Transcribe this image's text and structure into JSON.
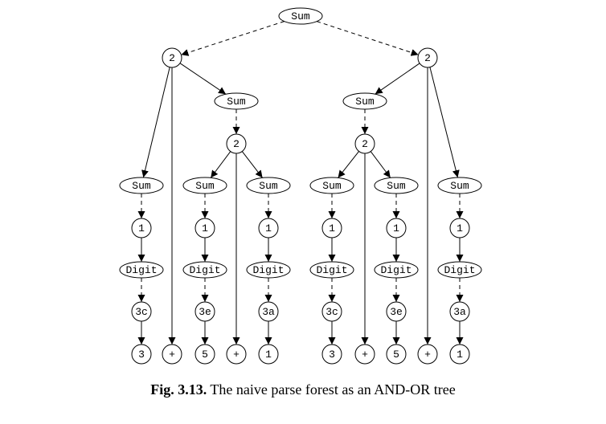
{
  "nodes": [
    {
      "id": "sum_root",
      "label": "Sum",
      "shape": "ellipse"
    },
    {
      "id": "and_left",
      "label": "2",
      "shape": "circle"
    },
    {
      "id": "and_right",
      "label": "2",
      "shape": "circle"
    },
    {
      "id": "sum_l1",
      "label": "Sum",
      "shape": "ellipse"
    },
    {
      "id": "plus_l",
      "label": "+",
      "shape": "circle"
    },
    {
      "id": "sum_l2",
      "label": "Sum",
      "shape": "ellipse"
    },
    {
      "id": "and_l2",
      "label": "2",
      "shape": "circle"
    },
    {
      "id": "sum_l2a",
      "label": "Sum",
      "shape": "ellipse"
    },
    {
      "id": "plus_l2",
      "label": "+",
      "shape": "circle"
    },
    {
      "id": "sum_l2b",
      "label": "Sum",
      "shape": "ellipse"
    },
    {
      "id": "sum_r1",
      "label": "Sum",
      "shape": "ellipse"
    },
    {
      "id": "and_r1",
      "label": "2",
      "shape": "circle"
    },
    {
      "id": "sum_r1a",
      "label": "Sum",
      "shape": "ellipse"
    },
    {
      "id": "plus_r1",
      "label": "+",
      "shape": "circle"
    },
    {
      "id": "sum_r1b",
      "label": "Sum",
      "shape": "ellipse"
    },
    {
      "id": "plus_r",
      "label": "+",
      "shape": "circle"
    },
    {
      "id": "sum_r2",
      "label": "Sum",
      "shape": "ellipse"
    },
    {
      "id": "c1_one",
      "label": "1",
      "shape": "circle"
    },
    {
      "id": "c2_one",
      "label": "1",
      "shape": "circle"
    },
    {
      "id": "c3_one",
      "label": "1",
      "shape": "circle"
    },
    {
      "id": "c4_one",
      "label": "1",
      "shape": "circle"
    },
    {
      "id": "c5_one",
      "label": "1",
      "shape": "circle"
    },
    {
      "id": "c6_one",
      "label": "1",
      "shape": "circle"
    },
    {
      "id": "c1_digit",
      "label": "Digit",
      "shape": "ellipse"
    },
    {
      "id": "c2_digit",
      "label": "Digit",
      "shape": "ellipse"
    },
    {
      "id": "c3_digit",
      "label": "Digit",
      "shape": "ellipse"
    },
    {
      "id": "c4_digit",
      "label": "Digit",
      "shape": "ellipse"
    },
    {
      "id": "c5_digit",
      "label": "Digit",
      "shape": "ellipse"
    },
    {
      "id": "c6_digit",
      "label": "Digit",
      "shape": "ellipse"
    },
    {
      "id": "c1_rule",
      "label": "3c",
      "shape": "circle"
    },
    {
      "id": "c2_rule",
      "label": "3e",
      "shape": "circle"
    },
    {
      "id": "c3_rule",
      "label": "3a",
      "shape": "circle"
    },
    {
      "id": "c4_rule",
      "label": "3c",
      "shape": "circle"
    },
    {
      "id": "c5_rule",
      "label": "3e",
      "shape": "circle"
    },
    {
      "id": "c6_rule",
      "label": "3a",
      "shape": "circle"
    },
    {
      "id": "c1_term",
      "label": "3",
      "shape": "circle"
    },
    {
      "id": "c2_term",
      "label": "5",
      "shape": "circle"
    },
    {
      "id": "c3_term",
      "label": "1",
      "shape": "circle"
    },
    {
      "id": "c4_term",
      "label": "3",
      "shape": "circle"
    },
    {
      "id": "c5_term",
      "label": "5",
      "shape": "circle"
    },
    {
      "id": "c6_term",
      "label": "1",
      "shape": "circle"
    }
  ],
  "edges": [
    {
      "from": "sum_root",
      "to": "and_left",
      "style": "dashed"
    },
    {
      "from": "sum_root",
      "to": "and_right",
      "style": "dashed"
    },
    {
      "from": "and_left",
      "to": "sum_l1",
      "style": "solid"
    },
    {
      "from": "and_left",
      "to": "plus_l",
      "style": "solid"
    },
    {
      "from": "and_left",
      "to": "sum_l2",
      "style": "solid"
    },
    {
      "from": "sum_l2",
      "to": "and_l2",
      "style": "dashed"
    },
    {
      "from": "and_l2",
      "to": "sum_l2a",
      "style": "solid"
    },
    {
      "from": "and_l2",
      "to": "plus_l2",
      "style": "solid"
    },
    {
      "from": "and_l2",
      "to": "sum_l2b",
      "style": "solid"
    },
    {
      "from": "and_right",
      "to": "sum_r1",
      "style": "solid"
    },
    {
      "from": "and_right",
      "to": "plus_r",
      "style": "solid"
    },
    {
      "from": "and_right",
      "to": "sum_r2",
      "style": "solid"
    },
    {
      "from": "sum_r1",
      "to": "and_r1",
      "style": "dashed"
    },
    {
      "from": "and_r1",
      "to": "sum_r1a",
      "style": "solid"
    },
    {
      "from": "and_r1",
      "to": "plus_r1",
      "style": "solid"
    },
    {
      "from": "and_r1",
      "to": "sum_r1b",
      "style": "solid"
    },
    {
      "from": "sum_l1",
      "to": "c1_one",
      "style": "dashed"
    },
    {
      "from": "sum_l2a",
      "to": "c2_one",
      "style": "dashed"
    },
    {
      "from": "sum_l2b",
      "to": "c3_one",
      "style": "dashed"
    },
    {
      "from": "sum_r1a",
      "to": "c4_one",
      "style": "dashed"
    },
    {
      "from": "sum_r1b",
      "to": "c5_one",
      "style": "dashed"
    },
    {
      "from": "sum_r2",
      "to": "c6_one",
      "style": "dashed"
    },
    {
      "from": "c1_one",
      "to": "c1_digit",
      "style": "solid"
    },
    {
      "from": "c2_one",
      "to": "c2_digit",
      "style": "solid"
    },
    {
      "from": "c3_one",
      "to": "c3_digit",
      "style": "solid"
    },
    {
      "from": "c4_one",
      "to": "c4_digit",
      "style": "solid"
    },
    {
      "from": "c5_one",
      "to": "c5_digit",
      "style": "solid"
    },
    {
      "from": "c6_one",
      "to": "c6_digit",
      "style": "solid"
    },
    {
      "from": "c1_digit",
      "to": "c1_rule",
      "style": "dashed"
    },
    {
      "from": "c2_digit",
      "to": "c2_rule",
      "style": "dashed"
    },
    {
      "from": "c3_digit",
      "to": "c3_rule",
      "style": "dashed"
    },
    {
      "from": "c4_digit",
      "to": "c4_rule",
      "style": "dashed"
    },
    {
      "from": "c5_digit",
      "to": "c5_rule",
      "style": "dashed"
    },
    {
      "from": "c6_digit",
      "to": "c6_rule",
      "style": "dashed"
    },
    {
      "from": "c1_rule",
      "to": "c1_term",
      "style": "solid"
    },
    {
      "from": "c2_rule",
      "to": "c2_term",
      "style": "solid"
    },
    {
      "from": "c3_rule",
      "to": "c3_term",
      "style": "solid"
    },
    {
      "from": "c4_rule",
      "to": "c4_term",
      "style": "solid"
    },
    {
      "from": "c5_rule",
      "to": "c5_term",
      "style": "solid"
    },
    {
      "from": "c6_rule",
      "to": "c6_term",
      "style": "solid"
    }
  ],
  "caption": {
    "label": "Fig. 3.13.",
    "text": "The naive parse forest as an AND-OR tree"
  }
}
